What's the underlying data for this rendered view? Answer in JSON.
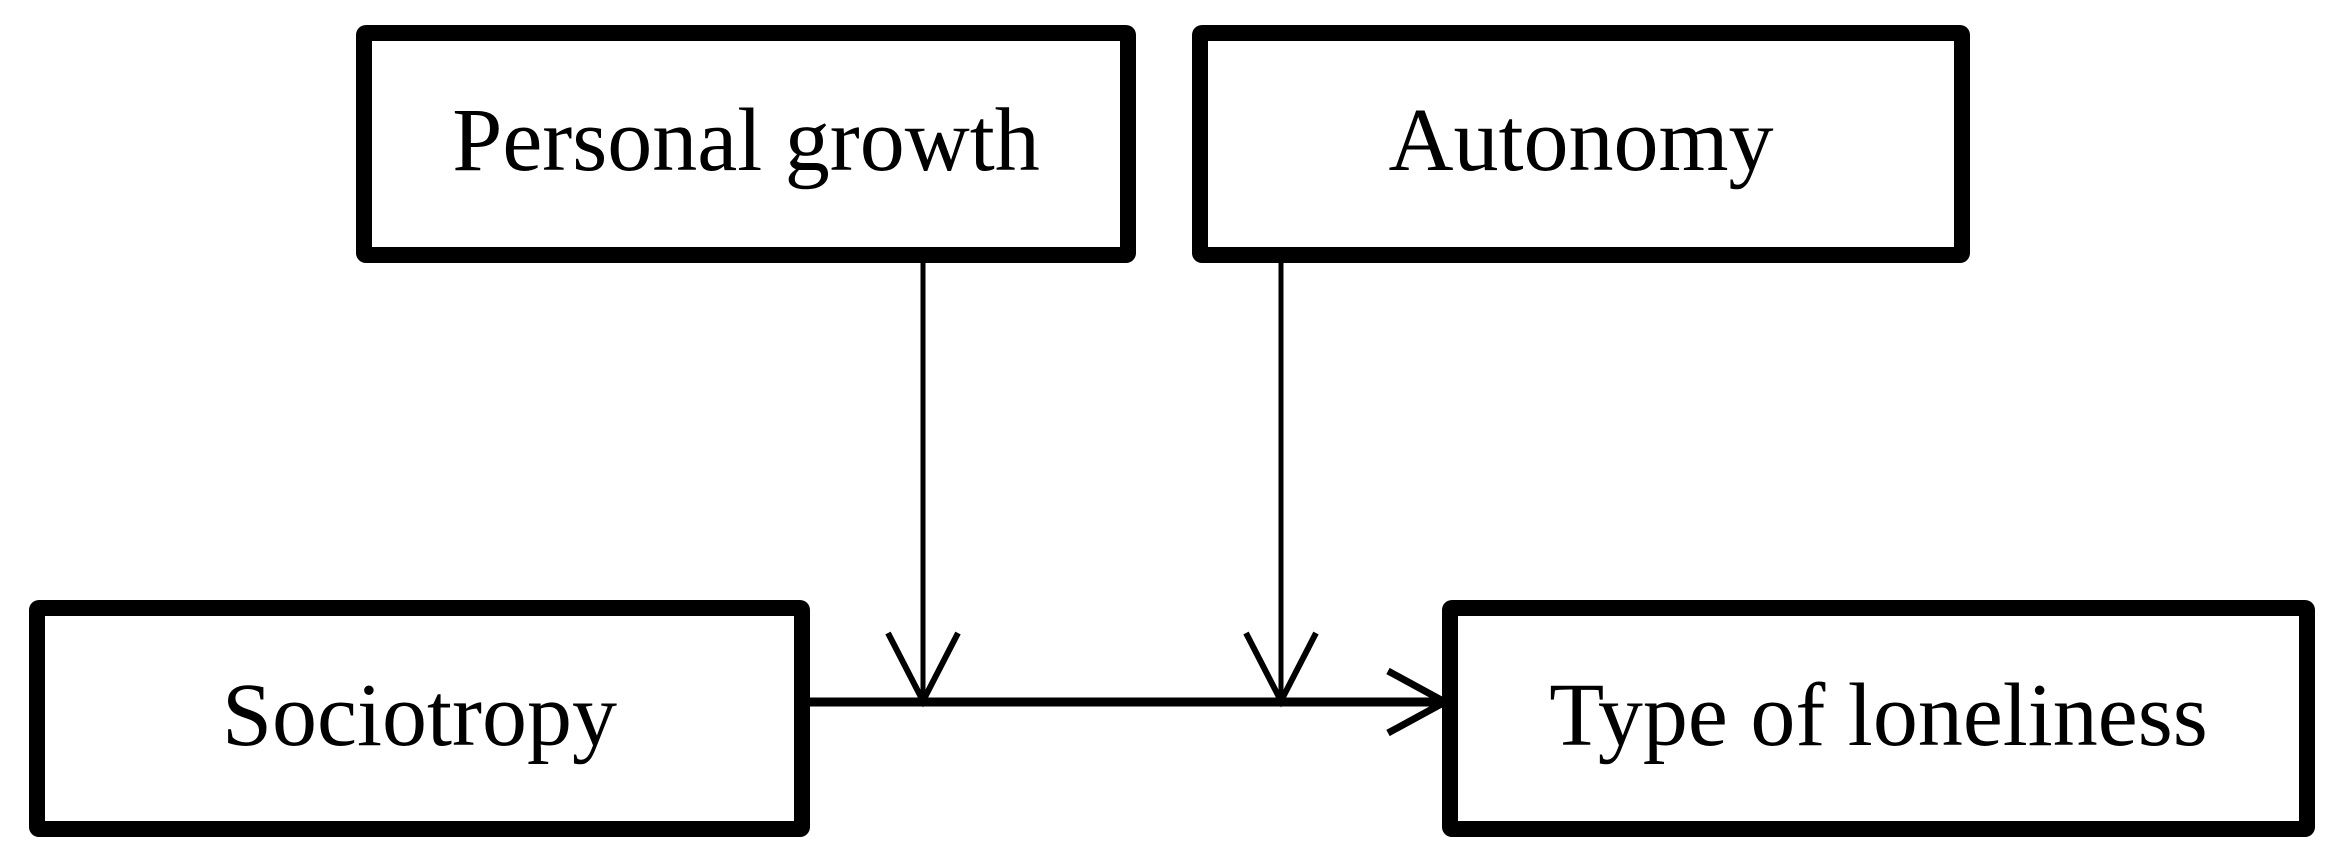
{
  "diagram": {
    "type": "moderation-model",
    "colors": {
      "ink": "#000000",
      "background": "#ffffff"
    },
    "nodes": {
      "personal_growth": {
        "label": "Personal growth"
      },
      "autonomy": {
        "label": "Autonomy"
      },
      "sociotropy": {
        "label": "Sociotropy"
      },
      "type_of_loneliness": {
        "label": "Type of loneliness"
      }
    },
    "edges": [
      {
        "from": "Sociotropy",
        "to": "Type of loneliness",
        "style": "solid-arrow"
      },
      {
        "from": "Personal growth",
        "to": "Sociotropy → Type of loneliness path",
        "style": "moderation-arrow"
      },
      {
        "from": "Autonomy",
        "to": "Sociotropy → Type of loneliness path",
        "style": "moderation-arrow"
      }
    ]
  }
}
